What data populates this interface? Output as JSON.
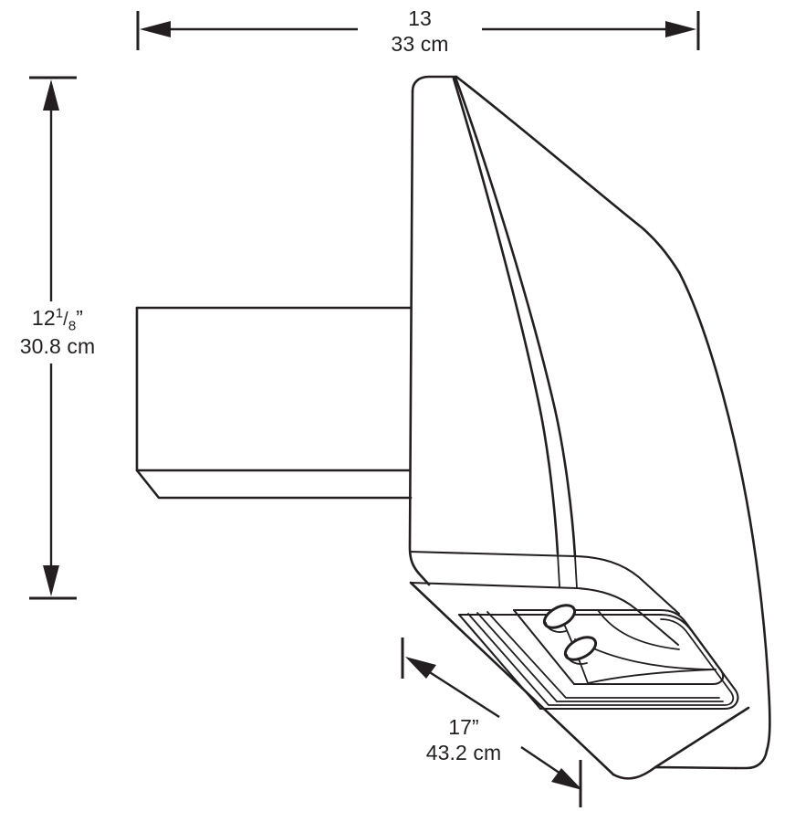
{
  "drawing": {
    "type": "technical-line-drawing",
    "subject": "wall-pack luminaire with wall mounting arm",
    "view": "three-quarter perspective",
    "background_color": "#ffffff",
    "line_color": "#231f20",
    "text_color": "#231f20"
  },
  "dimensions": {
    "width": {
      "name": "overall-width",
      "orientation": "horizontal",
      "position": "top",
      "imperial": "13",
      "metric": "33 cm",
      "arrow_style": "double-outward",
      "extension_ticks": 2
    },
    "height": {
      "name": "overall-height",
      "orientation": "vertical",
      "position": "left",
      "imperial_whole": "12",
      "imperial_fraction_numerator": "1",
      "imperial_fraction_denominator": "8",
      "imperial_unit": "”",
      "imperial_full": "12 1/8”",
      "metric": "30.8 cm",
      "arrow_style": "double-outward",
      "extension_ticks": 2
    },
    "depth": {
      "name": "overall-depth",
      "orientation": "diagonal",
      "position": "bottom-left",
      "imperial": "17”",
      "metric": "43.2 cm",
      "arrow_style": "double-outward",
      "extension_ticks": 2
    }
  },
  "fixture_parts": [
    {
      "name": "mounting-arm",
      "description": "rectangular wall mount arm with chamfered lower-left corner"
    },
    {
      "name": "housing-back-face",
      "description": "tall left side face of the luminaire housing"
    },
    {
      "name": "housing-sweep-curves",
      "description": "three curved ribs sweeping from the top apex down the right side"
    },
    {
      "name": "housing-outer-profile",
      "description": "long sweeping outer right edge of the housing"
    },
    {
      "name": "lower-bezel-band",
      "description": "horizontal band at the bottom of the housing front"
    },
    {
      "name": "lens-recess-frames",
      "description": "nested rectangular frames forming the recessed lens bezel"
    },
    {
      "name": "reflector-surface",
      "description": "curved internal reflector inside the lens cavity"
    },
    {
      "name": "lamp-socket-upper",
      "description": "upper oval lamp socket"
    },
    {
      "name": "lamp-socket-lower",
      "description": "lower oval lamp socket"
    }
  ]
}
